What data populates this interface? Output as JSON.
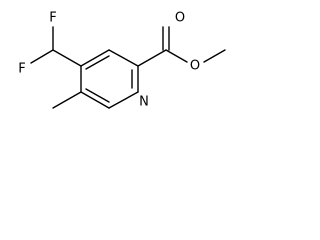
{
  "molecule": {
    "atoms": {
      "fluorine_top": "F",
      "fluorine_left": "F",
      "carbonyl_oxygen": "O",
      "ester_oxygen": "O",
      "ring_nitrogen": "N"
    },
    "bond_color": "#000000",
    "label_color": "#000000"
  }
}
